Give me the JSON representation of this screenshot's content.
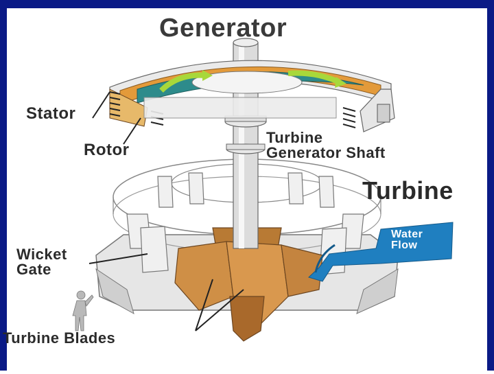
{
  "diagram": {
    "title": "Generator",
    "section_label": "Turbine",
    "labels": {
      "stator": "Stator",
      "rotor": "Rotor",
      "shaft_line1": "Turbine",
      "shaft_line2": "Generator Shaft",
      "wicket_line1": "Wicket",
      "wicket_line2": "Gate",
      "blades": "Turbine Blades",
      "water_line1": "Water",
      "water_line2": "Flow"
    },
    "colors": {
      "frame": "#0a1a86",
      "rotor_ring": "#e39a3a",
      "rotor_inner": "#2d8b8b",
      "arrow": "#a8d83a",
      "water": "#1f7fc0",
      "blades": "#c98a3e",
      "metal": "#d8d8d8"
    }
  }
}
